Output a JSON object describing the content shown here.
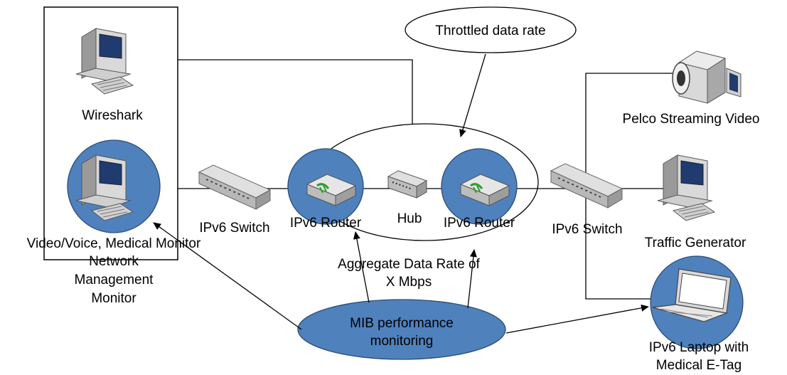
{
  "labels": {
    "throttled": "Throttled data rate",
    "wireshark": "Wireshark",
    "pelco": "Pelco Streaming Video",
    "video_voice": "Video/Voice, Medical Monitor",
    "netmgmt": [
      "Network",
      "Management",
      "Monitor"
    ],
    "switch_left": "IPv6 Switch",
    "router_left": "IPv6 Router",
    "hub": "Hub",
    "router_right": "IPv6 Router",
    "switch_right": "IPv6 Switch",
    "traffic_gen": "Traffic Generator",
    "aggregate": [
      "Aggregate Data Rate of",
      "X Mbps"
    ],
    "mib": [
      "MIB performance",
      "monitoring"
    ],
    "laptop": [
      "IPv6 Laptop with",
      "Medical E-Tag"
    ]
  },
  "colors": {
    "blue_fill": "#4f81bd",
    "blue_stroke": "#2c4d75",
    "device_body": "#d9d9d9",
    "screen": "#1f3b6f",
    "line": "#000000"
  },
  "icons": [
    "desktop-computer-icon",
    "network-switch-icon",
    "router-icon",
    "hub-icon",
    "video-camera-icon",
    "laptop-icon"
  ]
}
